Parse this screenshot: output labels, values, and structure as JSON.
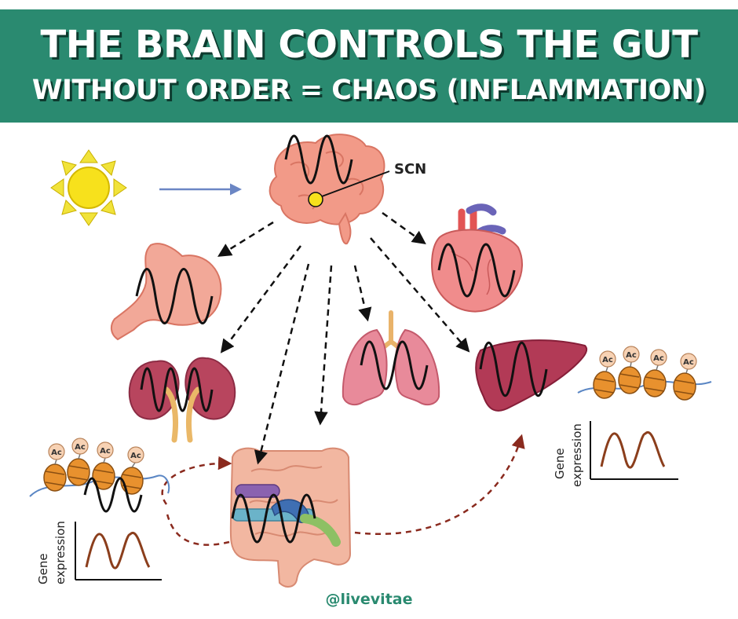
{
  "header": {
    "title": "THE BRAIN CONTROLS THE GUT",
    "subtitle": "WITHOUT ORDER = CHAOS (INFLAMMATION)",
    "background_color": "#2a8a70",
    "text_color": "#ffffff"
  },
  "labels": {
    "scn": "SCN",
    "acetyl": "Ac",
    "gene": "Gene",
    "expression": "expression"
  },
  "icons": [
    "sun-icon",
    "brain-icon",
    "stomach-icon",
    "heart-icon",
    "kidneys-icon",
    "lungs-icon",
    "liver-icon",
    "intestine-icon"
  ],
  "footer": {
    "handle": "@livevitae"
  }
}
